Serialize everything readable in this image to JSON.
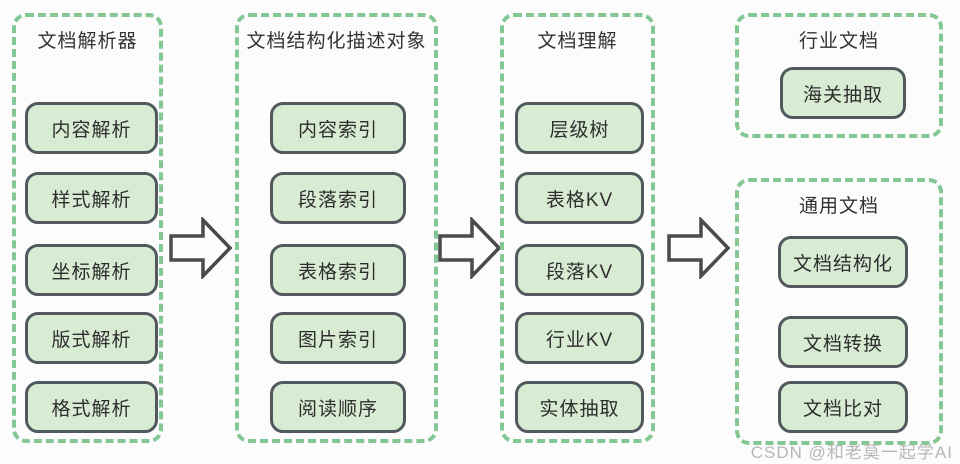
{
  "diagram": {
    "columns": [
      {
        "title": "文档解析器",
        "items": [
          "内容解析",
          "样式解析",
          "坐标解析",
          "版式解析",
          "格式解析"
        ]
      },
      {
        "title": "文档结构化描述对象",
        "items": [
          "内容索引",
          "段落索引",
          "表格索引",
          "图片索引",
          "阅读顺序"
        ]
      },
      {
        "title": "文档理解",
        "items": [
          "层级树",
          "表格KV",
          "段落KV",
          "行业KV",
          "实体抽取"
        ]
      },
      {
        "title": "行业文档",
        "items": [
          "海关抽取"
        ]
      },
      {
        "title": "通用文档",
        "items": [
          "文档结构化",
          "文档转换",
          "文档比对"
        ]
      }
    ],
    "flow": "文档解析器 → 文档结构化描述对象 → 文档理解 → 行业文档/通用文档",
    "colors": {
      "background": "#fcfcfc",
      "group_dash_green": "#82c794",
      "node_fill_green": "#d8ecd4",
      "node_border_gray": "#51595f",
      "text_dark": "#2e2e2e",
      "arrow_outline": "#4a4a4a",
      "watermark_gray": "#b5b9b5"
    }
  },
  "watermark": {
    "text": "CSDN @和老莫一起学AI"
  }
}
